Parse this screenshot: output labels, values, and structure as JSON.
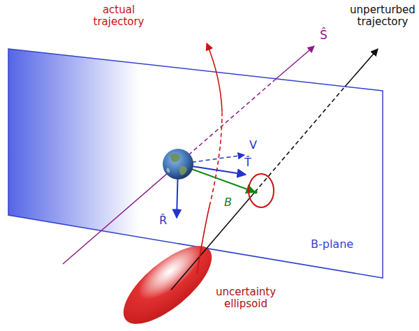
{
  "diagram": {
    "labels": [
      "actual trajectory",
      "Ŝ",
      "unperturbed trajectory",
      "V",
      "T̂",
      "R̂",
      "B",
      "B-plane",
      "uncertainty ellipsoid"
    ]
  }
}
